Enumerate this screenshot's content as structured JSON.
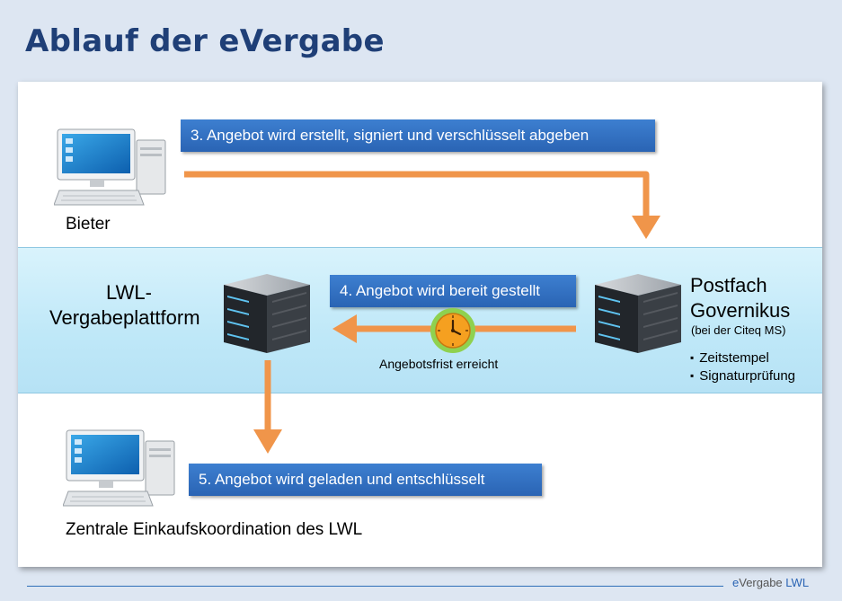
{
  "title": "Ablauf der eVergabe",
  "steps": {
    "step3": "3.  Angebot wird erstellt, signiert und verschlüsselt abgeben",
    "step4": "4.  Angebot wird bereit gestellt",
    "step5": "5.  Angebot wird geladen und entschlüsselt"
  },
  "nodes": {
    "bieter": "Bieter",
    "platform_line1": "LWL-",
    "platform_line2": "Vergabeplattform",
    "postfach_line1": "Postfach",
    "postfach_line2": "Governikus",
    "postfach_sub": "(bei der Citeq MS)",
    "features": [
      "Zeitstempel",
      "Signaturprüfung"
    ],
    "zentrale": "Zentrale Einkaufskoordination des LWL"
  },
  "deadline_label": "Angebotsfrist erreicht",
  "footer": {
    "e": "e",
    "vergabe": "Vergabe ",
    "lwl": "LWL"
  },
  "colors": {
    "title": "#1f3f77",
    "step_box": "#2a64b4",
    "arrow": "#f0954a",
    "band": "#bfe8f8",
    "clock_ring": "#8fd14f",
    "clock_face": "#f5a020"
  },
  "icons": [
    "desktop-computer-icon",
    "server-icon",
    "clock-icon"
  ]
}
